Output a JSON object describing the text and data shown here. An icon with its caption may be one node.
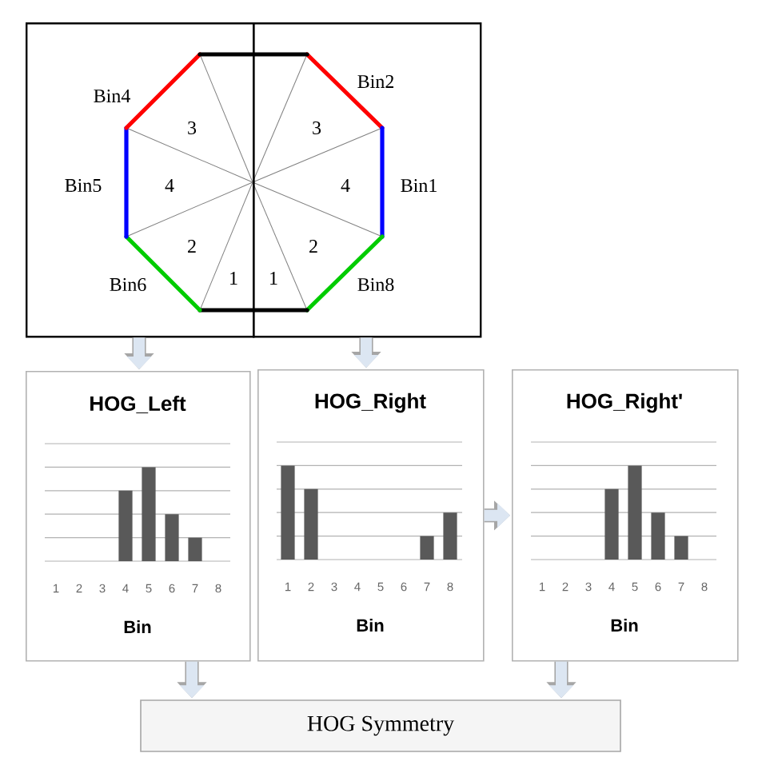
{
  "diagram": {
    "nodes": [
      {
        "text": [],
        "shape": "box"
      },
      {
        "text": [],
        "shape": "box"
      },
      {
        "text": [
          "HOG_Left",
          "1",
          "2",
          "3",
          "4",
          "5",
          "6",
          "7",
          "8",
          "Bin"
        ]
      },
      {
        "text": [
          "HOG_Right",
          "1",
          "2",
          "3",
          "4",
          "5",
          "6",
          "7",
          "8",
          "Bin"
        ]
      },
      {
        "text": [
          "HOG_Right'",
          "1",
          "2",
          "3",
          "4",
          "5",
          "6",
          "7",
          "8",
          "Bin"
        ]
      },
      {
        "text": [
          "HOG Symmetry"
        ]
      }
    ],
    "edges": [
      {
        "from": 0,
        "to": 2,
        "arrow": "to"
      },
      {
        "from": 1,
        "to": 3,
        "arrow": "to"
      },
      {
        "from": 3,
        "to": 4,
        "arrow": "to"
      },
      {
        "from": 2,
        "to": 5,
        "arrow": "to"
      },
      {
        "from": 4,
        "to": 5,
        "arrow": "to"
      }
    ],
    "labels": [
      "Bin4",
      "Bin2",
      "3",
      "3",
      "Bin5",
      "4",
      "4",
      "Bin1",
      "2",
      "2",
      "Bin6",
      "1",
      "1",
      "Bin8"
    ]
  }
}
